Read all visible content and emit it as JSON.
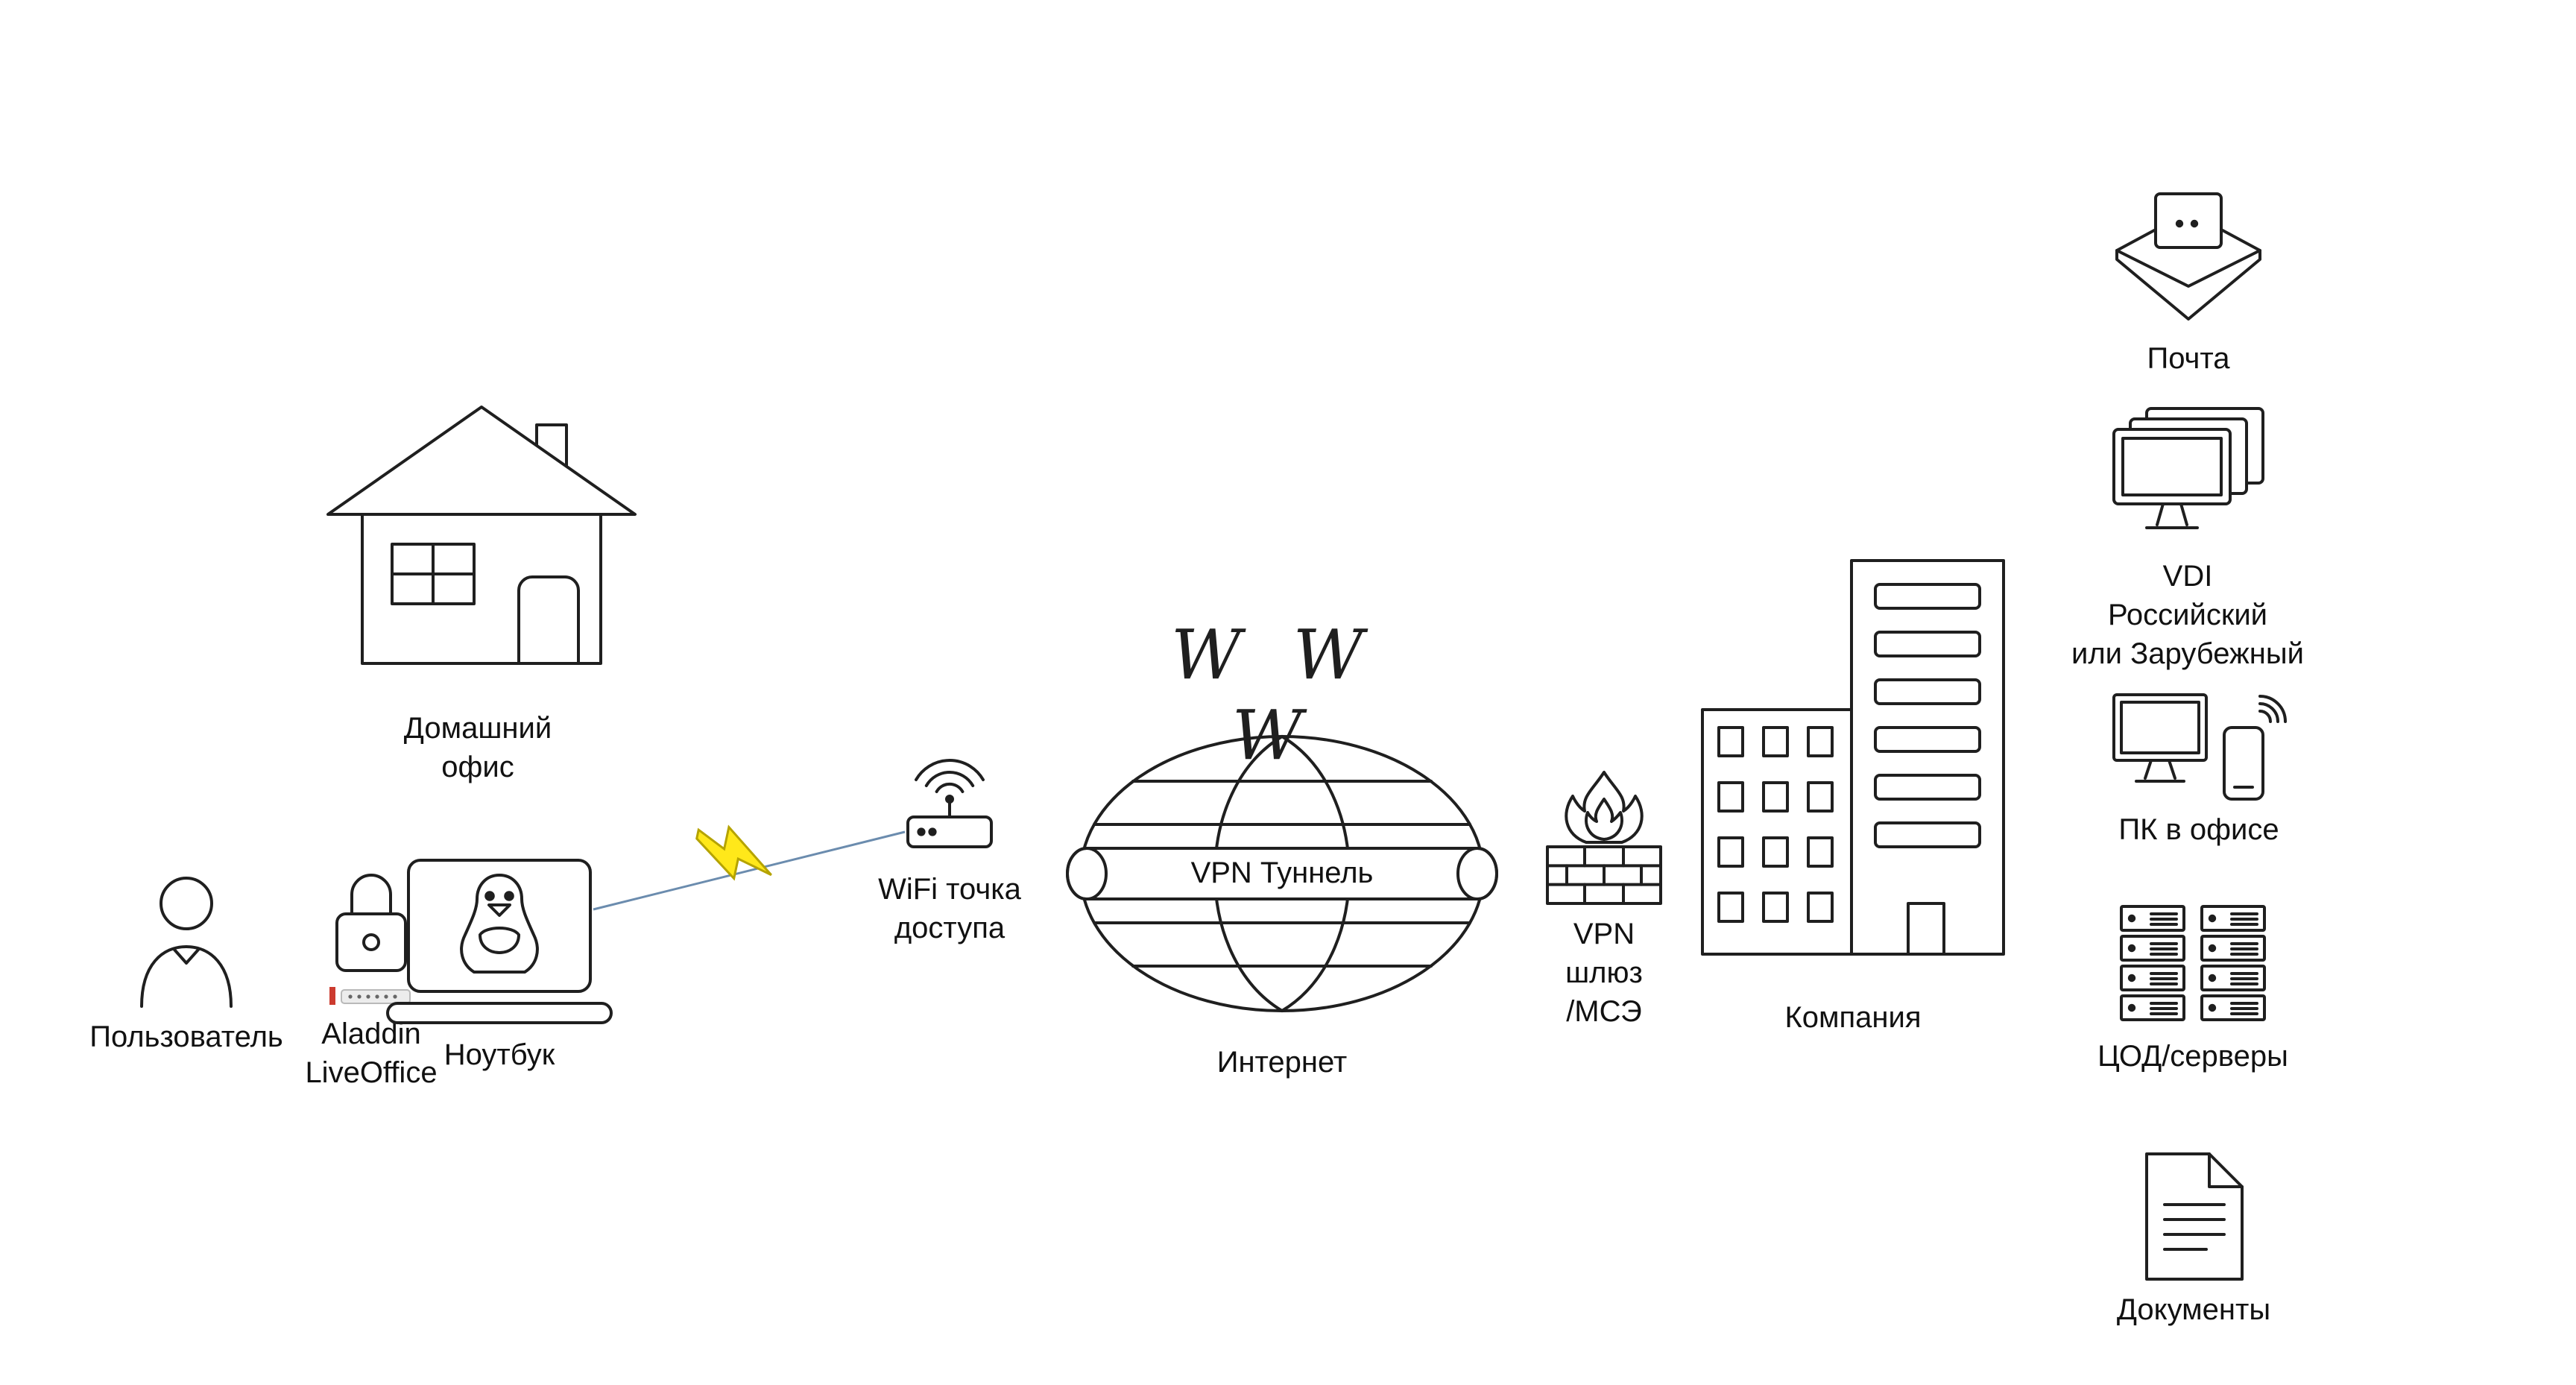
{
  "page": {
    "background": "#ffffff"
  },
  "colors": {
    "line": "#1f1f1f",
    "bolt_fill": "#ffe81a",
    "bolt_outline": "#b5a300",
    "connector_line": "#6b8cae",
    "token_accent": "#cc3b2f"
  },
  "nodes": {
    "user": {
      "label": "Пользователь",
      "icon": "person-icon"
    },
    "token": {
      "label": "Aladdin\nLiveOffice",
      "icon": "padlock-icon"
    },
    "laptop": {
      "label": "Ноутбук",
      "icon": "laptop-with-penguin-icon"
    },
    "home_office": {
      "label": "Домашний\nофис",
      "icon": "house-icon"
    },
    "wifi_ap": {
      "label": "WiFi точка\nдоступа",
      "icon": "wifi-router-icon"
    },
    "internet": {
      "label": "Интернет",
      "www_text": "W W W",
      "tunnel_label": "VPN Туннель",
      "icon": "globe-icon"
    },
    "vpn_gateway": {
      "label": "VPN шлюз\n/МСЭ",
      "icon": "firewall-flame-icon"
    },
    "company": {
      "label": "Компания",
      "icon": "buildings-icon"
    },
    "mail": {
      "label": "Почта",
      "icon": "envelope-icon"
    },
    "vdi": {
      "label": "VDI\nРоссийский\nили Зарубежный",
      "icon": "vdi-monitors-icon"
    },
    "office_pc": {
      "label": "ПК в офисе",
      "icon": "desktop-and-phone-icon"
    },
    "datacenter": {
      "label": "ЦОД/серверы",
      "icon": "server-racks-icon"
    },
    "documents": {
      "label": "Документы",
      "icon": "document-icon"
    }
  },
  "connections": [
    {
      "from": "laptop",
      "to": "wifi_ap",
      "style": "thin-line-with-lightning-bolt"
    }
  ]
}
